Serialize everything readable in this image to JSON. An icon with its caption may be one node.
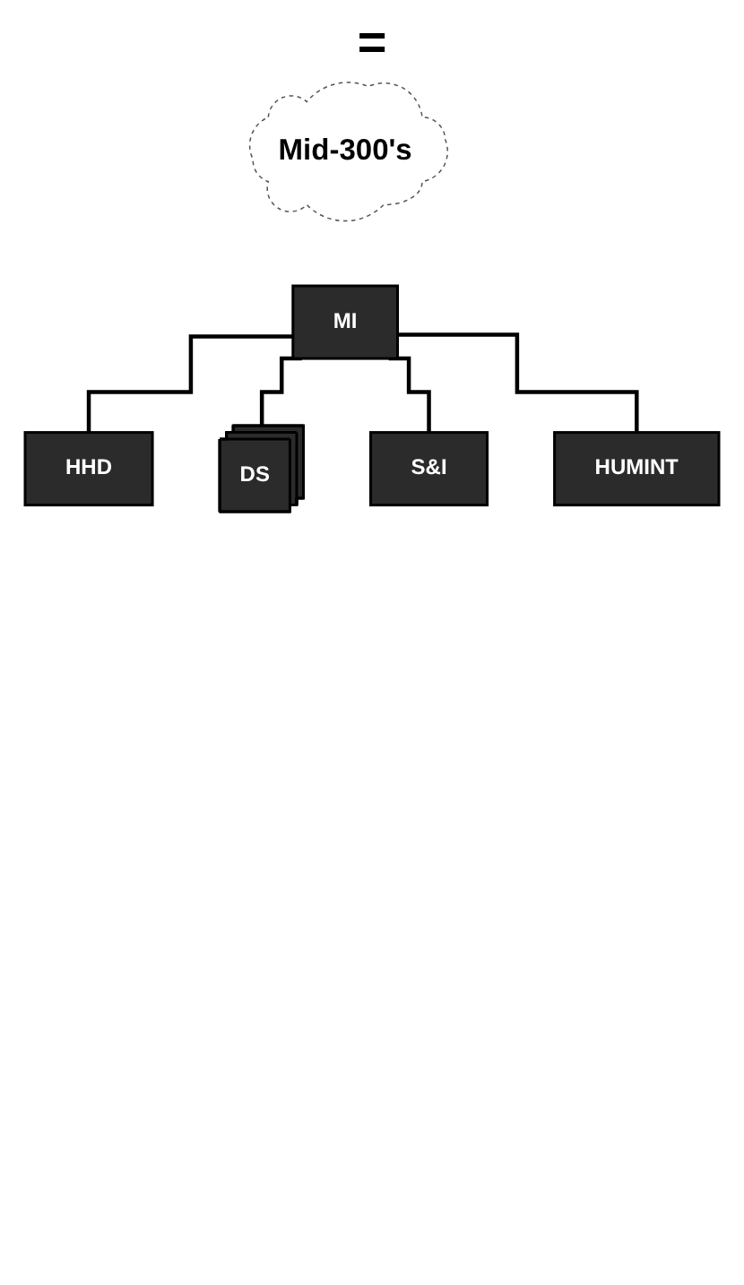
{
  "diagram": {
    "nodes": [
      {
        "text": [
          "MI"
        ]
      },
      {
        "text": [
          "Mid-300's"
        ]
      },
      {
        "text": [
          "HHD"
        ]
      },
      {
        "text": [
          "DS"
        ]
      },
      {
        "text": [
          "S&I"
        ]
      },
      {
        "text": [
          "HUMINT"
        ]
      }
    ],
    "edges": [
      {
        "from": 0,
        "to": 2,
        "arrow": "none"
      },
      {
        "from": 0,
        "to": 3,
        "arrow": "none"
      },
      {
        "from": 0,
        "to": 4,
        "arrow": "none"
      },
      {
        "from": 0,
        "to": 5,
        "arrow": "none"
      }
    ],
    "labels": [
      "="
    ]
  }
}
